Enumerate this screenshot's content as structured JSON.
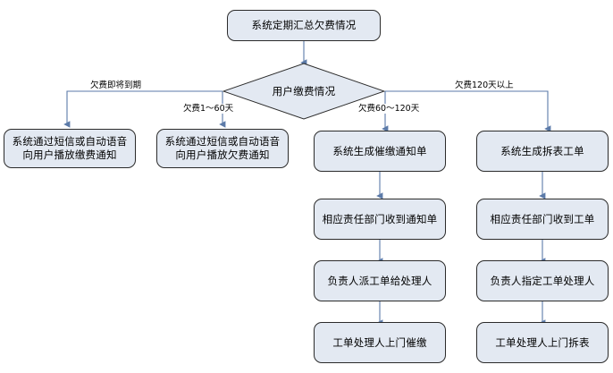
{
  "diagram": {
    "title_node": {
      "text": "系统定期汇总欠费情况"
    },
    "decision": {
      "text": "用户缴费情况"
    },
    "edge_labels": {
      "branch1": "欠费即将到期",
      "branch2": "欠费1～60天",
      "branch3": "欠费60～120天",
      "branch4": "欠费120天以上"
    },
    "columns": [
      {
        "id": "col-1",
        "nodes": [
          {
            "id": "n-1-1",
            "text": "系统通过短信或自动语音向用户播放缴费通知"
          }
        ]
      },
      {
        "id": "col-2",
        "nodes": [
          {
            "id": "n-2-1",
            "text": "系统通过短信或自动语音向用户播放欠费通知"
          }
        ]
      },
      {
        "id": "col-3",
        "nodes": [
          {
            "id": "n-3-1",
            "text": "系统生成催缴通知单"
          },
          {
            "id": "n-3-2",
            "text": "相应责任部门收到通知单"
          },
          {
            "id": "n-3-3",
            "text": "负责人派工单给处理人"
          },
          {
            "id": "n-3-4",
            "text": "工单处理人上门催缴"
          }
        ]
      },
      {
        "id": "col-4",
        "nodes": [
          {
            "id": "n-4-1",
            "text": "系统生成拆表工单"
          },
          {
            "id": "n-4-2",
            "text": "相应责任部门收到工单"
          },
          {
            "id": "n-4-3",
            "text": "负责人指定工单处理人"
          },
          {
            "id": "n-4-4",
            "text": "工单处理人上门拆表"
          }
        ]
      }
    ],
    "colors": {
      "node_fill": "#e3e9f2",
      "node_border": "#2b2b2b",
      "connector": "#5b7aa8",
      "background": "#ffffff",
      "text": "#000000"
    }
  }
}
